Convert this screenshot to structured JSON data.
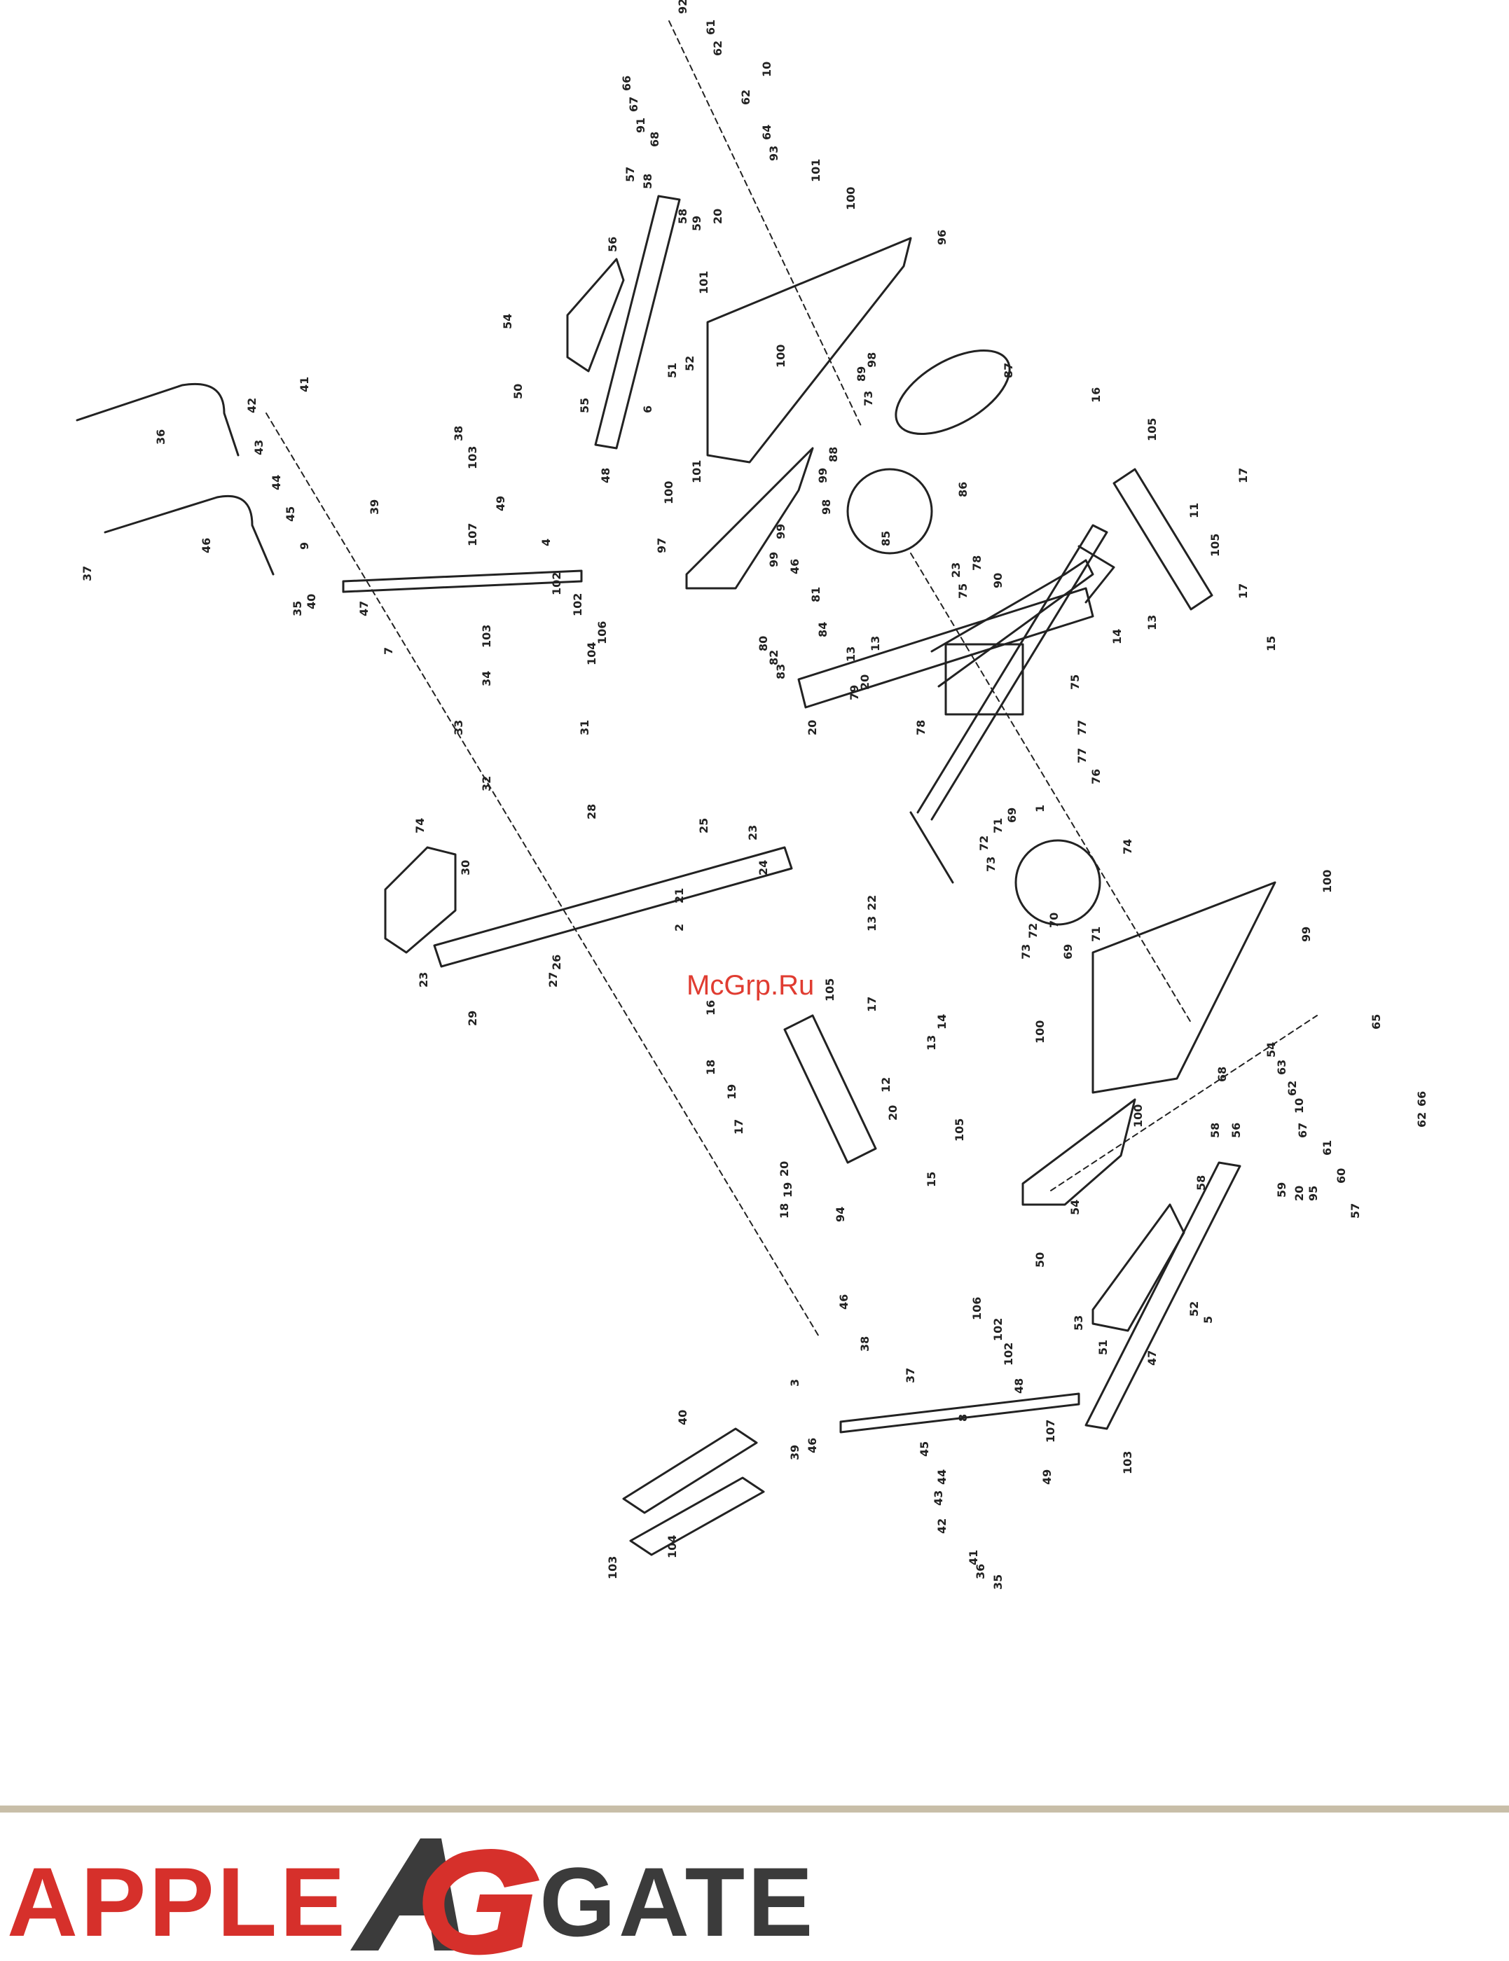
{
  "watermark": "McGrp.Ru",
  "brand": {
    "left": "APPLE",
    "right": "GATE",
    "mark_letters": "AG"
  },
  "colors": {
    "brand_red": "#d6302b",
    "brand_dark": "#3b3b3b",
    "rule": "#c8bea8",
    "watermark": "#e03c31"
  },
  "labels": [
    "92",
    "61",
    "62",
    "10",
    "62",
    "66",
    "67",
    "91",
    "64",
    "93",
    "68",
    "57",
    "58",
    "58",
    "59",
    "20",
    "101",
    "100",
    "96",
    "56",
    "54",
    "50",
    "55",
    "6",
    "101",
    "51",
    "52",
    "100",
    "98",
    "89",
    "73",
    "87",
    "48",
    "88",
    "99",
    "98",
    "101",
    "100",
    "99",
    "99",
    "97",
    "86",
    "85",
    "16",
    "105",
    "17",
    "11",
    "105",
    "17",
    "14",
    "13",
    "15",
    "36",
    "41",
    "42",
    "43",
    "44",
    "45",
    "46",
    "9",
    "37",
    "35",
    "40",
    "39",
    "38",
    "103",
    "49",
    "107",
    "4",
    "102",
    "102",
    "106",
    "104",
    "103",
    "34",
    "33",
    "31",
    "32",
    "7",
    "47",
    "46",
    "81",
    "80",
    "82",
    "83",
    "84",
    "13",
    "20",
    "79",
    "20",
    "13",
    "78",
    "78",
    "90",
    "23",
    "75",
    "77",
    "77",
    "76",
    "75",
    "1",
    "69",
    "71",
    "72",
    "73",
    "74",
    "70",
    "72",
    "71",
    "69",
    "73",
    "74",
    "30",
    "28",
    "25",
    "23",
    "24",
    "22",
    "13",
    "21",
    "2",
    "26",
    "27",
    "23",
    "29",
    "105",
    "17",
    "16",
    "14",
    "13",
    "18",
    "19",
    "12",
    "20",
    "105",
    "17",
    "20",
    "19",
    "15",
    "18",
    "94",
    "100",
    "99",
    "100",
    "68",
    "65",
    "54",
    "63",
    "62",
    "10",
    "67",
    "66",
    "62",
    "61",
    "60",
    "57",
    "58",
    "56",
    "58",
    "59",
    "20",
    "95",
    "100",
    "54",
    "50",
    "53",
    "51",
    "52",
    "5",
    "47",
    "46",
    "38",
    "37",
    "3",
    "8",
    "40",
    "39",
    "46",
    "45",
    "44",
    "43",
    "42",
    "41",
    "36",
    "35",
    "103",
    "104",
    "106",
    "102",
    "102",
    "48",
    "107",
    "49",
    "103"
  ]
}
